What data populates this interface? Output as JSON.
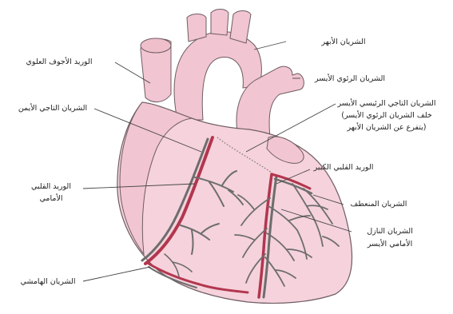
{
  "labels": {
    "aorta": "الشريان الأبهر",
    "svc": "الوريد الأجوف العلوي",
    "left_pulmonary": "الشريان الرئوي الأيسر",
    "right_coronary": "الشريان التاجي الأيمن",
    "left_main_1": "الشريان التاجي الرئيسي الأيسر",
    "left_main_2": "(خلف الشريان الرئوي الأيسر",
    "left_main_3": "يتفرع عن الشريان الأبهر)",
    "great_cardiac_vein": "الوريد القلبي الكبير",
    "anterior_cardiac_vein_1": "الوريد القلبي",
    "anterior_cardiac_vein_2": "الأمامي",
    "circumflex": "الشريان المنعطف",
    "lad_1": "الشريان النازل",
    "lad_2": "الأمامي الأيسر",
    "marginal": "الشريان الهامشي"
  },
  "colors": {
    "heart_fill": "#f5d2dc",
    "artery": "#b2364e",
    "vein": "#6d6d6d"
  }
}
